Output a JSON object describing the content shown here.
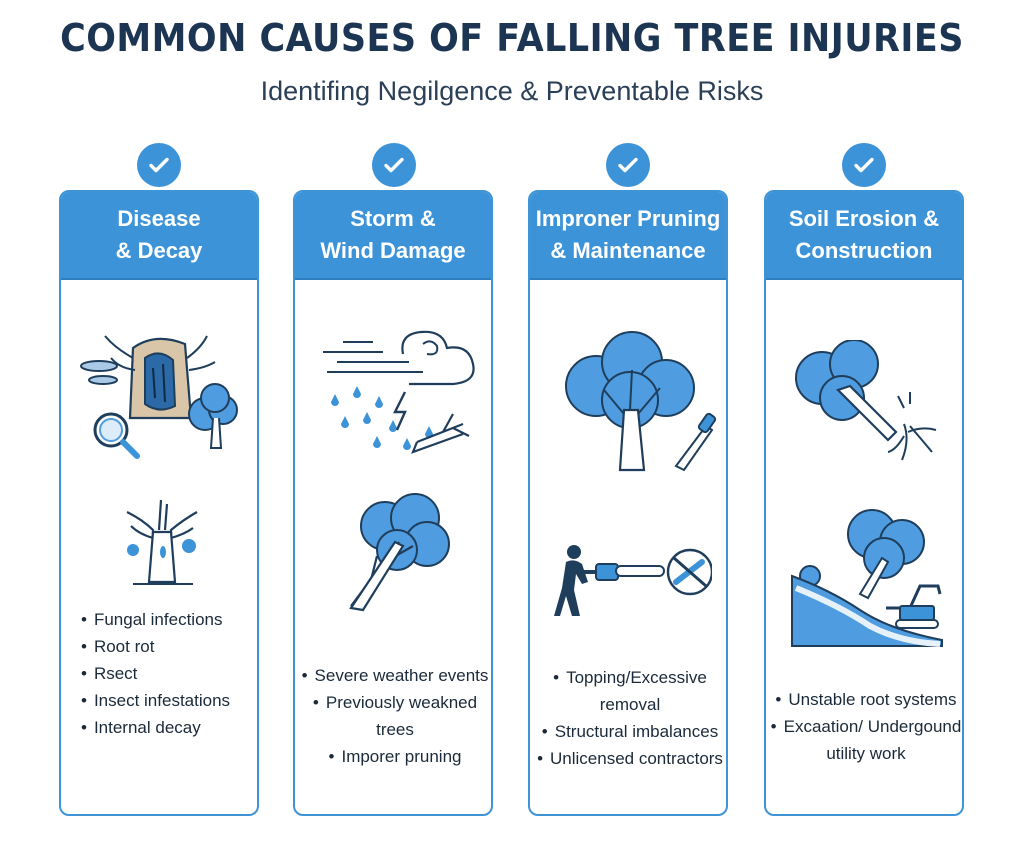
{
  "header": {
    "title": "COMMON CAUSES OF FALLING TREE INJURIES",
    "subtitle": "Identifing Negilgence & Preventable Risks"
  },
  "colors": {
    "accent": "#3d93d8",
    "title": "#1c3553",
    "outline": "#1f3e5c"
  },
  "cards": [
    {
      "title_line1": "Disease",
      "title_line2": "& Decay",
      "icons": [
        "decayed-stump-icon",
        "magnifier-icon",
        "tree-icon",
        "dead-tree-icon"
      ],
      "items": [
        "Fungal infections",
        "Root rot",
        "Rsect",
        "Insect infestations",
        "Internal decay"
      ]
    },
    {
      "title_line1": "Storm &",
      "title_line2": "Wind Damage",
      "icons": [
        "wind-rain-icon",
        "lightning-icon",
        "broken-branch-icon",
        "leaning-tree-icon"
      ],
      "items": [
        "Severe weather events",
        "Previously weakned trees",
        "Imporer pruning"
      ]
    },
    {
      "title_line1": "Improner Pruning",
      "title_line2": "& Maintenance",
      "icons": [
        "tree-icon",
        "saw-icon",
        "chainsaw-worker-icon",
        "no-cutting-icon"
      ],
      "items": [
        "Topping/Excessive removal",
        "Structural imbalances",
        "Unlicensed contractors"
      ]
    },
    {
      "title_line1": "Soil Erosion &",
      "title_line2": "Construction",
      "icons": [
        "falling-tree-icon",
        "exposed-roots-icon",
        "eroded-slope-icon",
        "excavator-icon"
      ],
      "items": [
        "Unstable root systems",
        "Excaation/ Undergound utility work"
      ]
    }
  ]
}
